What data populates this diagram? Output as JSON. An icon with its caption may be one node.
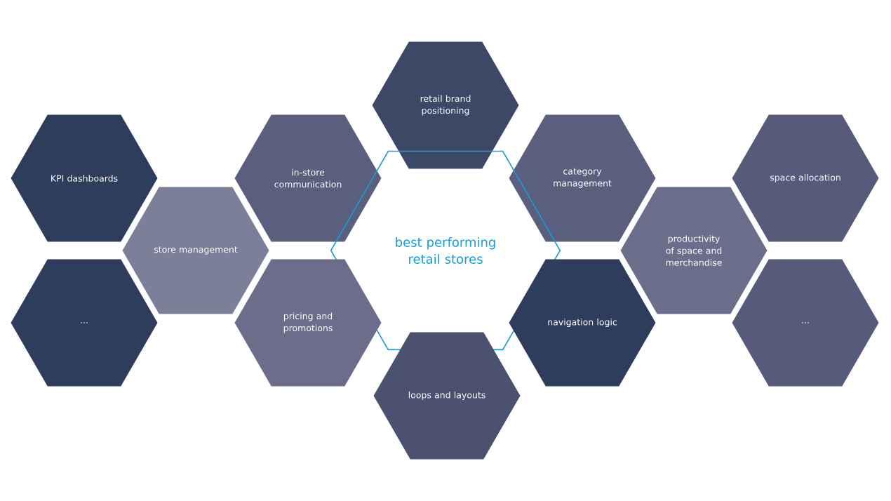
{
  "diagram": {
    "nodes": [
      {
        "text": [
          "retail brand positioning"
        ]
      },
      {
        "text": [
          "KPI dashboards"
        ]
      },
      {
        "text": [
          "in-store communication"
        ]
      },
      {
        "text": [
          "category management"
        ]
      },
      {
        "text": [
          "space allocation"
        ]
      },
      {
        "text": [
          "store management"
        ]
      },
      {
        "text": [
          "best performing retail stores"
        ]
      },
      {
        "text": [
          "productivity of space and merchandise"
        ]
      },
      {
        "text": [
          "..."
        ]
      },
      {
        "text": [
          "pricing and promotions"
        ]
      },
      {
        "text": [
          "navigation logic"
        ]
      },
      {
        "text": [
          "..."
        ]
      },
      {
        "text": [
          "loops and layouts"
        ]
      }
    ]
  }
}
